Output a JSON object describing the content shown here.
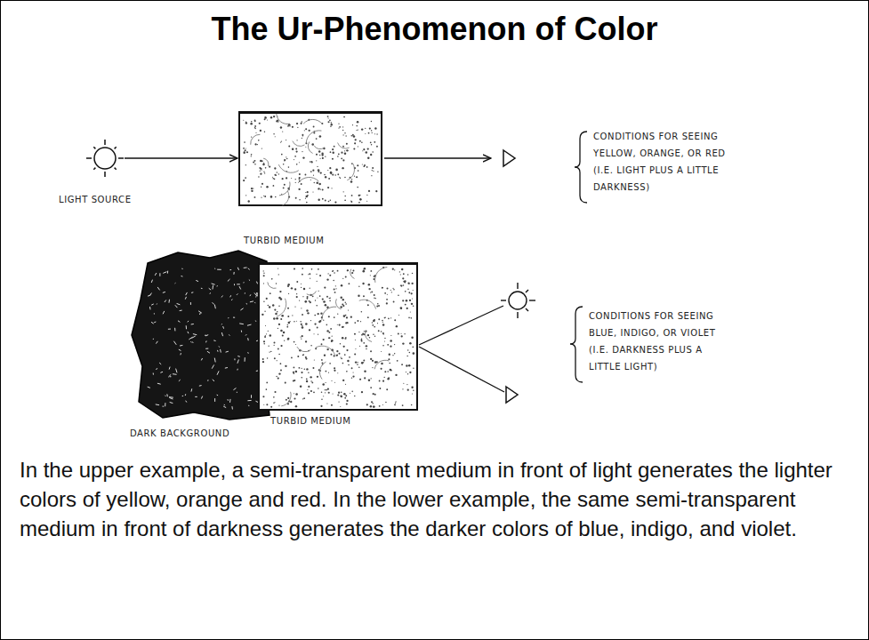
{
  "diagram": {
    "title": "The Ur-Phenomenon of Color",
    "caption": "In the upper example, a semi-transparent medium in front of light generates the lighter colors of yellow, orange and red. In the lower example, the same semi-transparent medium in front of darkness generates the darker colors of blue, indigo, and violet.",
    "nodes": [
      {
        "text": [
          "LIGHT SOURCE"
        ]
      },
      {
        "text": [
          "TURBID MEDIUM"
        ]
      },
      {
        "text": [
          "DARK BACKGROUND"
        ]
      },
      {
        "text": [
          "TURBID MEDIUM"
        ]
      }
    ],
    "edges": [
      {
        "from": 0,
        "to": 1,
        "arrow": "to"
      }
    ],
    "labels": [
      "CONDITIONS FOR SEEING YELLOW, ORANGE, OR RED (I.E. LIGHT PLUS A LITTLE DARKNESS)",
      "CONDITIONS FOR SEEING BLUE, INDIGO, OR VIOLET (I.E. DARKNESS PLUS A LITTLE LIGHT)"
    ]
  }
}
